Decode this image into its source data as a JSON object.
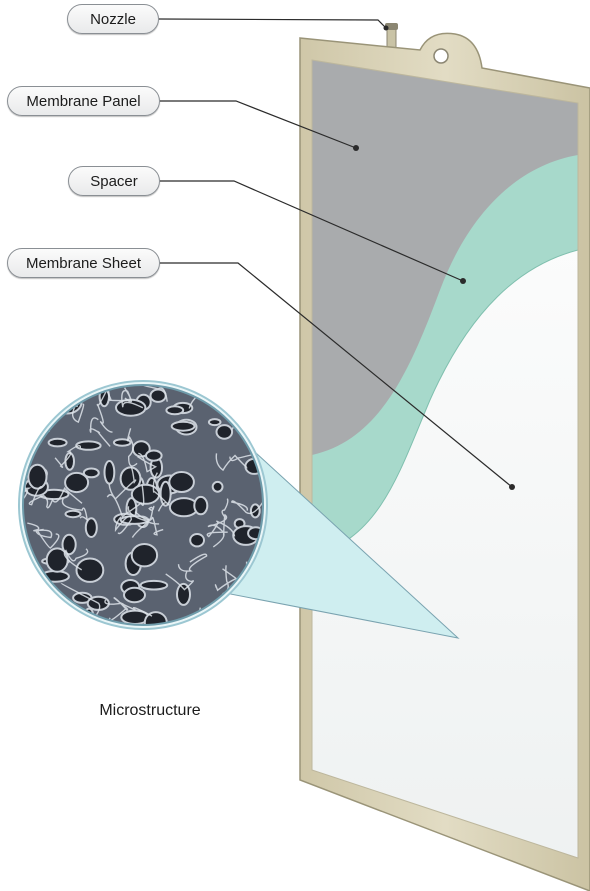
{
  "labels": {
    "nozzle": "Nozzle",
    "membrane_panel": "Membrane Panel",
    "spacer": "Spacer",
    "membrane_sheet": "Membrane Sheet",
    "microstructure": "Microstructure"
  },
  "colors": {
    "frame": "#d9d2b8",
    "membrane_panel": "#a9abad",
    "spacer": "#a7d9cb",
    "membrane_sheet": "#f5f7f7",
    "microstructure": "#4f5560"
  }
}
